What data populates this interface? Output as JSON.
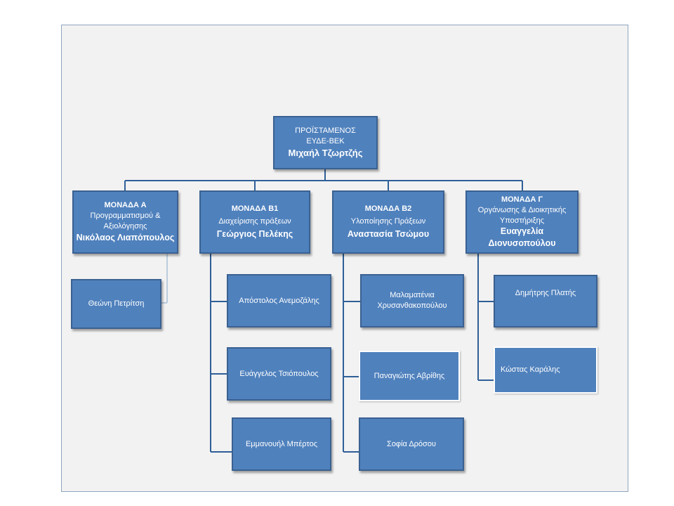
{
  "head": {
    "line1": "ΠΡΟΪΣΤΑΜΕΝΟΣ",
    "line2": "ΕΥΔΕ-ΒΕΚ",
    "name": "Μιχαήλ Τζωρτζής"
  },
  "units": [
    {
      "title": "ΜΟΝΑΔΑ  Α",
      "desc1": "Προγραμματισμού  &",
      "desc2": "Αξιολόγησης",
      "name": "Νικόλαος Λιαπόπουλος",
      "members": [
        "Θεώνη Πετρίτση"
      ]
    },
    {
      "title": "ΜΟΝΑΔΑ Β1",
      "desc1": "Διαχείρισης πράξεων",
      "desc2": "",
      "name": "Γεώργιος Πελέκης",
      "members": [
        "Απόστολος  Ανεμοζάλης",
        "Ευάγγελος Τσιόπουλος",
        "Εμμανουήλ  Μπέρτος"
      ]
    },
    {
      "title": "ΜΟΝΑΔΑ Β2",
      "desc1": "Υλοποίησης  Πράξεων",
      "desc2": "",
      "name": "Αναστασία Τσώμου",
      "members": [
        "Μαλαματένια Χρυσανθακοπούλου",
        "Παναγιώτης  Αβρίθης",
        "Σοφία Δρόσου"
      ]
    },
    {
      "title": "ΜΟΝΑΔΑ Γ",
      "desc1": "Οργάνωσης & Διοικητικής",
      "desc2": "Υποστήριξης",
      "name": "Ευαγγελία Διονυσοπούλου",
      "members": [
        "Δημήτρης  Πλατής",
        "Κώστας  Καράλης"
      ]
    }
  ],
  "colors": {
    "box": "#4f81bd",
    "border": "#3a6191",
    "line": "#2f5f98",
    "frame": "#f2f2f2"
  }
}
